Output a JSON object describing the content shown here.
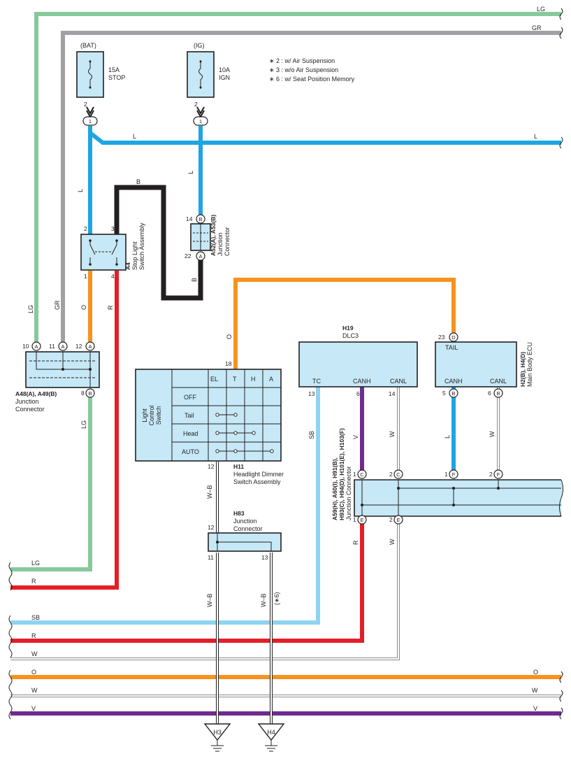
{
  "colors": {
    "LG": "#86c99b",
    "GR": "#9fa1a4",
    "L": "#1ea5e3",
    "B": "#231f20",
    "O": "#f6921e",
    "R": "#e41e26",
    "SB": "#8fd3f2",
    "V": "#6f2b8f",
    "W": "#ffffff",
    "box": "#c6e8f7"
  },
  "wires": {
    "lg": "LG",
    "gr": "GR",
    "l": "L",
    "b": "B",
    "o": "O",
    "r": "R",
    "sb": "SB",
    "v": "V",
    "w": "W",
    "wb": "W–B",
    "note6": "(∗6)"
  },
  "notes": [
    "∗ 2 : w/ Air Suspension",
    "∗ 3 : w/o Air Suspension",
    "∗ 6 : w/ Seat Position Memory"
  ],
  "fuses": {
    "stop": {
      "source": "(BAT)",
      "rating": "15A",
      "name": "STOP",
      "pin": "2"
    },
    "ign": {
      "source": "(IG)",
      "rating": "10A",
      "name": "IGN",
      "pin": "2"
    }
  },
  "components": {
    "a4": {
      "code": "A4",
      "name1": "Stop Light",
      "name2": "Switch Assembly",
      "pins": [
        "2",
        "3",
        "1",
        "4"
      ]
    },
    "a52": {
      "code": "A52(A), A53(B)",
      "name1": "Junction",
      "name2": "Connector",
      "pin_top": "14",
      "pin_top_letter": "B",
      "pin_bot": "22",
      "pin_bot_letter": "A"
    },
    "a48": {
      "code": "A48(A), A49(B)",
      "name1": "Junction",
      "name2": "Connector",
      "pins": [
        "10",
        "11",
        "12",
        "8"
      ],
      "letters": [
        "A",
        "A",
        "A",
        "B"
      ]
    },
    "h11": {
      "code": "H11",
      "name1": "Headlight Dimmer",
      "name2": "Switch Assembly",
      "side_label": [
        "Light",
        "Control",
        "Switch"
      ],
      "columns": [
        "EL",
        "T",
        "H",
        "A"
      ],
      "rows": [
        "OFF",
        "Tail",
        "Head",
        "AUTO"
      ],
      "pin_top": "18",
      "pin_bot": "12"
    },
    "h83": {
      "code": "H83",
      "name1": "Junction",
      "name2": "Connector",
      "pins": [
        "12",
        "11",
        "13"
      ]
    },
    "h19": {
      "code": "H19",
      "name": "DLC3",
      "terms": [
        "TC",
        "CANH",
        "CANL"
      ],
      "pins": [
        "13",
        "6",
        "14"
      ]
    },
    "h2": {
      "code": "H2(B), H4(D)",
      "name": "Main Body ECU",
      "top_term": "TAIL",
      "top_pin": "23",
      "top_letter": "D",
      "terms": [
        "CANH",
        "CANL"
      ],
      "pins": [
        "5",
        "6"
      ],
      "letters": [
        "B",
        "B"
      ]
    },
    "a59": {
      "code1": "A59(H), A60(I), H91(B),",
      "code2": "H93(C), H94(D), H101(E), H103(F)",
      "name": "Junction Connector",
      "top_pins": [
        "1",
        "2",
        "1",
        "2"
      ],
      "top_letters": [
        "C",
        "C",
        "F",
        "F"
      ],
      "bot_pins": [
        "1",
        "2"
      ],
      "bot_letters": [
        "E",
        "E"
      ]
    }
  },
  "connector_1": "1",
  "grounds": [
    "H3",
    "H4"
  ]
}
